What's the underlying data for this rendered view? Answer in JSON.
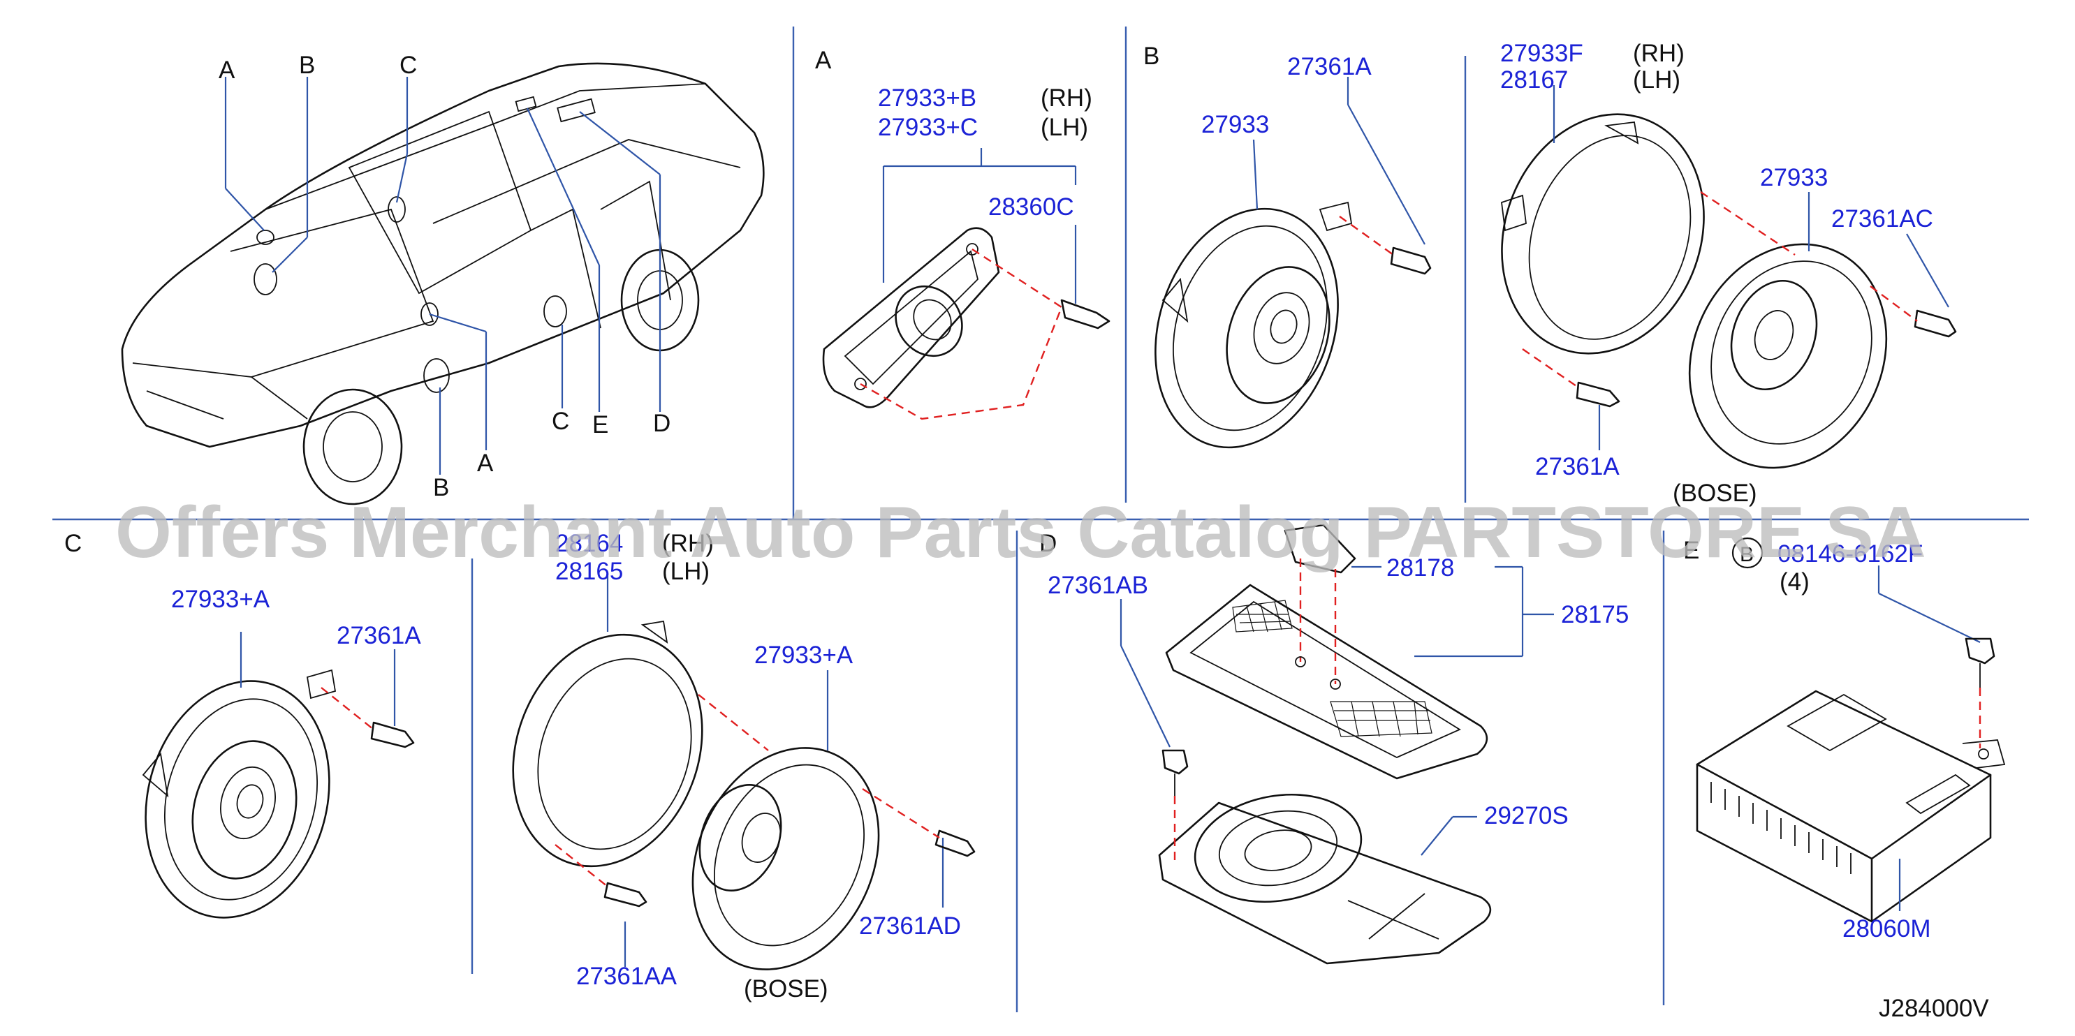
{
  "diagram_code": "J284000V",
  "watermark": "Offers Merchant Auto Parts Catalog PARTSTORE SA",
  "overview": {
    "locations": {
      "a_top": "A",
      "b_top": "B",
      "c_top": "C",
      "a_bottom": "A",
      "b_bottom": "B",
      "c_bottom": "C",
      "d_bottom": "D",
      "e_bottom": "E"
    }
  },
  "panel_a": {
    "title": "A",
    "part_rh": "27933+B",
    "rh": "(RH)",
    "part_lh": "27933+C",
    "lh": "(LH)",
    "clip": "28360C"
  },
  "panel_b": {
    "title": "B",
    "speaker": "27933",
    "screw": "27361A"
  },
  "panel_b_bose": {
    "bracket_rh": "27933F",
    "rh": "(RH)",
    "bracket_lh": "28167",
    "lh": "(LH)",
    "speaker": "27933",
    "screw_right": "27361AC",
    "screw_bottom": "27361A",
    "note": "(BOSE)"
  },
  "panel_c": {
    "title": "C",
    "speaker": "27933+A",
    "screw": "27361A"
  },
  "panel_c_bose": {
    "bracket_rh": "28164",
    "rh": "(RH)",
    "bracket_lh": "28165",
    "lh": "(LH)",
    "speaker": "27933+A",
    "screw_right": "27361AD",
    "screw_bottom": "27361AA",
    "note": "(BOSE)"
  },
  "panel_d": {
    "title": "D",
    "screw": "27361AB",
    "grille_insert": "28178",
    "grille": "28175",
    "woofer": "29270S"
  },
  "panel_e": {
    "title": "E",
    "bolt_symbol": "B",
    "bolt_part": "08146-6162F",
    "bolt_qty": "(4)",
    "amplifier": "28060M"
  }
}
